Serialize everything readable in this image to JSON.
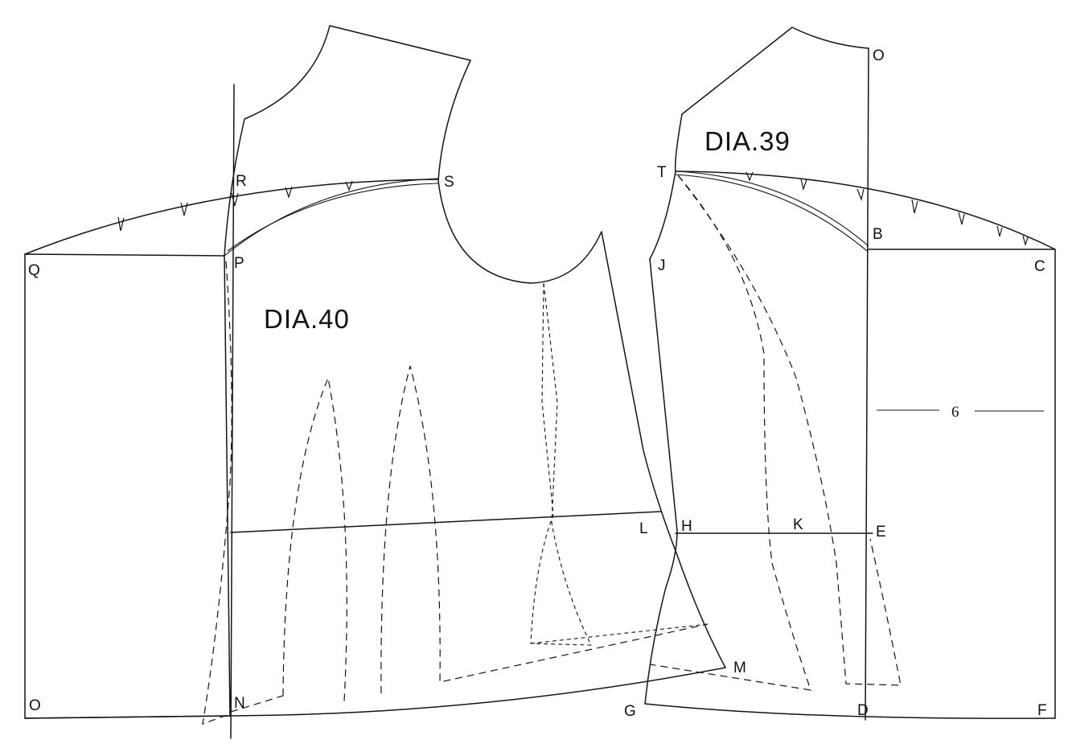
{
  "titles": {
    "dia40": "DIA.40",
    "dia39": "DIA.39"
  },
  "dimension": "6",
  "points": {
    "O": "O",
    "Q": "Q",
    "P": "P",
    "R": "R",
    "S": "S",
    "N": "N",
    "L": "L",
    "M": "M",
    "G": "G",
    "T": "T",
    "J": "J",
    "H": "H",
    "K": "K",
    "E": "E",
    "B": "B",
    "C": "C",
    "D": "D",
    "F": "F"
  }
}
